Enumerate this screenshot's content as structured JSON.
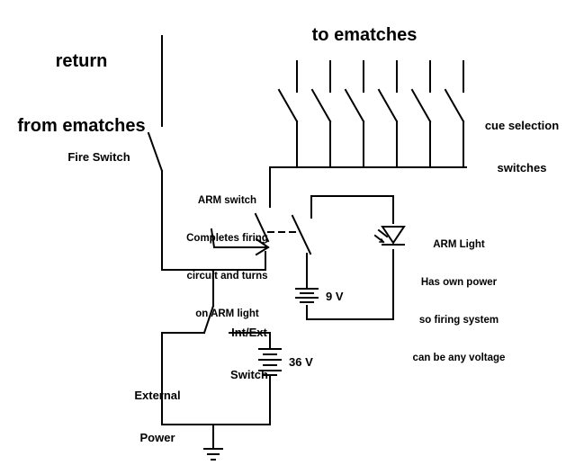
{
  "labels": {
    "return_line1": "return",
    "return_line2": "from ematches",
    "to_ematches": "to ematches",
    "cue_line1": "cue selection",
    "cue_line2": "switches",
    "fire_switch": "Fire Switch",
    "arm_line1": "ARM switch",
    "arm_line2": "Completes firing",
    "arm_line3": "circuit and turns",
    "arm_line4": "on ARM light",
    "light_line1": "ARM Light",
    "light_line2": "Has own power",
    "light_line3": "so firing system",
    "light_line4": "can be any voltage",
    "battery_9v": "9 V",
    "intext_line1": "Int/Ext",
    "intext_line2": "Switch",
    "battery_36v": "36 V",
    "external_line1": "External",
    "external_line2": "Power"
  },
  "colors": {
    "line": "#000000",
    "background": "#ffffff"
  }
}
